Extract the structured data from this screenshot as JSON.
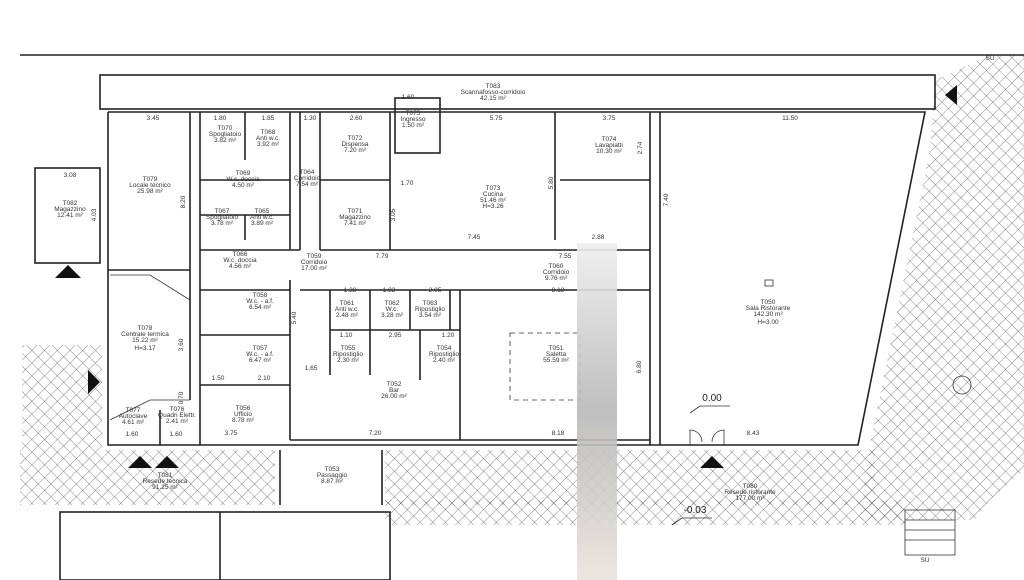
{
  "rooms": {
    "t083": {
      "code": "T083",
      "name": "Scannafosso-corridoio",
      "area": "42.15 m²"
    },
    "t082": {
      "code": "T082",
      "name": "Magazzino",
      "area": "12.41 m²"
    },
    "t079": {
      "code": "T079",
      "name": "Locale tecnico",
      "area": "25.98 m²"
    },
    "t078": {
      "code": "T078",
      "name": "Centrale termica",
      "area": "15.22 m²",
      "height": "H=3.17"
    },
    "t077": {
      "code": "T077",
      "name": "Autoclave",
      "area": "4.61 m²"
    },
    "t076": {
      "code": "T076",
      "name": "Quadri Elettr.",
      "area": "2.41 m²"
    },
    "t070": {
      "code": "T070",
      "name": "Spogliatoio",
      "area": "3.82 m²"
    },
    "t068": {
      "code": "T068",
      "name": "Anti w.c.",
      "area": "3.92 m²"
    },
    "t069": {
      "code": "T069",
      "name": "W.c. doccia",
      "area": "4.50 m²"
    },
    "t067": {
      "code": "T067",
      "name": "Spogliatoio",
      "area": "3.78 m²"
    },
    "t065": {
      "code": "T065",
      "name": "Anti w.c.",
      "area": "3.89 m²"
    },
    "t066": {
      "code": "T066",
      "name": "W.c. doccia",
      "area": "4.56 m²"
    },
    "t064": {
      "code": "T064",
      "name": "Corridoio",
      "area": "7.54 m²"
    },
    "t058": {
      "code": "T058",
      "name": "W.c. - a.f.",
      "area": "6.54 m²"
    },
    "t057": {
      "code": "T057",
      "name": "W.c. - a.f.",
      "area": "6.47 m²"
    },
    "t056": {
      "code": "T056",
      "name": "Ufficio",
      "area": "8.78 m²"
    },
    "t059": {
      "code": "T059",
      "name": "Corridoio",
      "area": "17.00 m²"
    },
    "t072": {
      "code": "T072",
      "name": "Dispensa",
      "area": "7.20 m²"
    },
    "t071": {
      "code": "T071",
      "name": "Magazzino",
      "area": "7.41 m²"
    },
    "t075": {
      "code": "T075",
      "name": "Ingresso",
      "area": "1.50 m²"
    },
    "t073": {
      "code": "T073",
      "name": "Cucina",
      "area": "51.46 m²",
      "height": "H=3.26"
    },
    "t074": {
      "code": "T074",
      "name": "Lavapiatti",
      "area": "10.30 m²"
    },
    "t060": {
      "code": "T060",
      "name": "Corridoio",
      "area": "9.76 m²"
    },
    "t061": {
      "code": "T061",
      "name": "Anti w.c.",
      "area": "2.48 m²"
    },
    "t062": {
      "code": "T062",
      "name": "W.c.",
      "area": "3.28 m²"
    },
    "t063": {
      "code": "T063",
      "name": "Ripostiglio",
      "area": "3.54 m²"
    },
    "t055": {
      "code": "T055",
      "name": "Ripostiglio",
      "area": "2.30 m²"
    },
    "t054": {
      "code": "T054",
      "name": "Ripostiglio",
      "area": "2.40 m²"
    },
    "t052": {
      "code": "T052",
      "name": "Bar",
      "area": "26.00 m²"
    },
    "t051": {
      "code": "T051",
      "name": "Saletta",
      "area": "55.59 m²"
    },
    "t050": {
      "code": "T050",
      "name": "Sala Ristorante",
      "area": "142.30 m²",
      "height": "H=3.00"
    },
    "t053": {
      "code": "T053",
      "name": "Passaggio",
      "area": "8.87 m²"
    },
    "t081": {
      "code": "T081",
      "name": "Resede tecnica",
      "area": "91.25 m²"
    },
    "t080": {
      "code": "T080",
      "name": "Resede ristorante",
      "area": "177.00 m²"
    }
  },
  "dims": {
    "d345": "3.45",
    "d308": "3.08",
    "d403": "4.03",
    "d820": "8.20",
    "d180": "1.80",
    "d185": "1.85",
    "d130": "1.30",
    "d260": "2.60",
    "d160": "1.60",
    "d575": "5.75",
    "d375": "3.75",
    "d1150": "11.50",
    "d580": "5.80",
    "d274": "2.74",
    "d740": "7.40",
    "d745": "7.45",
    "d288": "2.88",
    "d755": "7.55",
    "d779": "7.79",
    "d170": "1.70",
    "d305": "3.05",
    "d540": "5.40",
    "d138": "1.38",
    "d182": "1.82",
    "d205": "2.05",
    "d818a": "8.18",
    "d110": "1.10",
    "d295": "2.95",
    "d120": "1.20",
    "d165": "1.65",
    "d150": "1.50",
    "d210": "2.10",
    "d360": "3.60",
    "d375b": "3.75",
    "d720": "7.20",
    "d818b": "8.18",
    "d843": "8.43",
    "d680": "6.80",
    "d160b": "1.60",
    "d160c": "1.60",
    "d070": "0.70"
  },
  "elevations": {
    "floor": "0.00",
    "outside": "-0.03"
  },
  "labels": {
    "su": "SU"
  }
}
